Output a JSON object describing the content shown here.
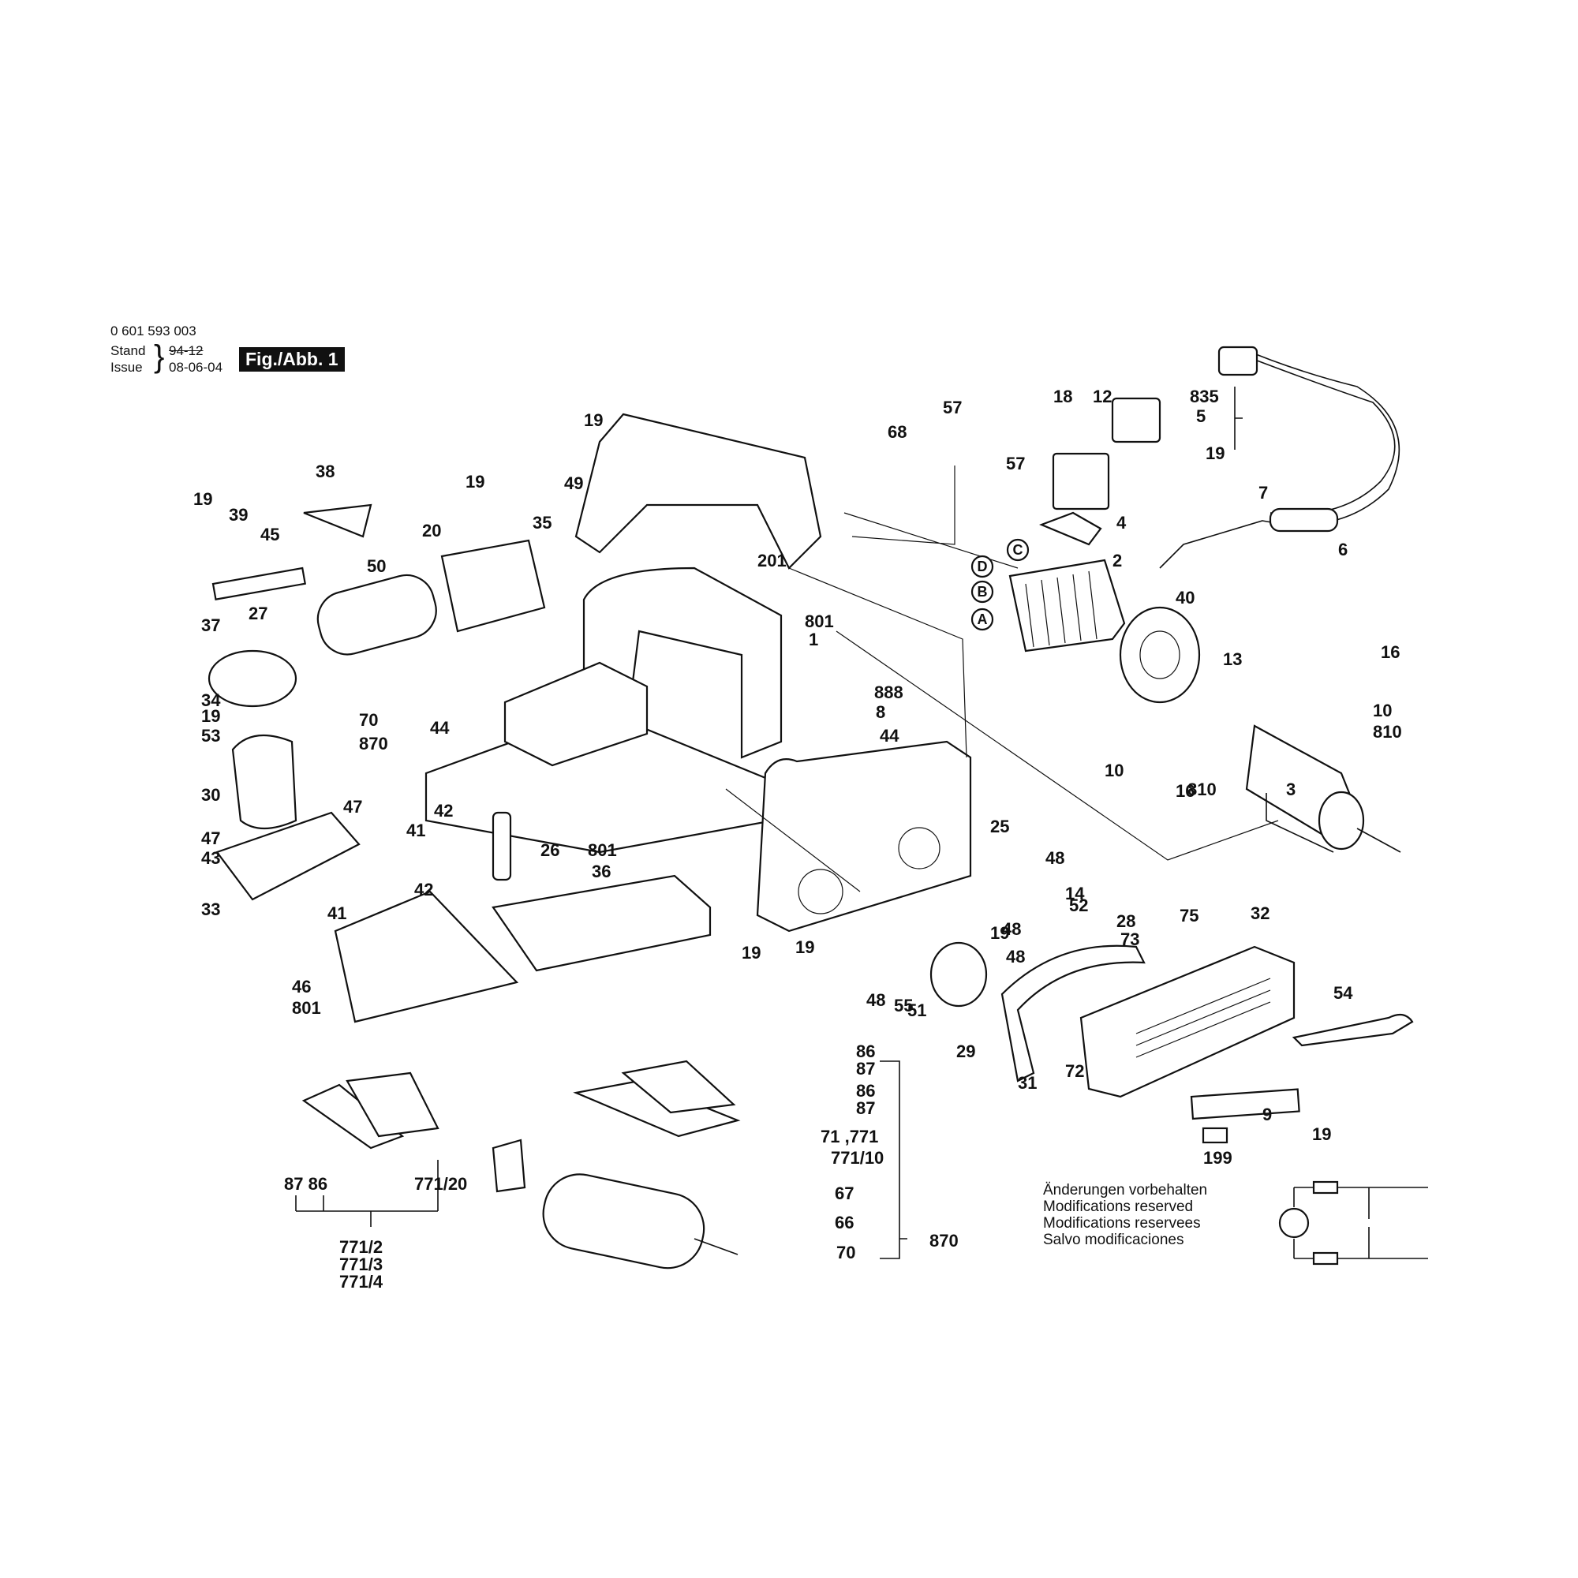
{
  "header": {
    "part_number": "0 601 593 003",
    "stand_label": "Stand",
    "stand_value": "94-12",
    "issue_label": "Issue",
    "issue_value": "08-06-04",
    "figure_label": "Fig./Abb. 1"
  },
  "notes": [
    "Änderungen vorbehalten",
    "Modifications reserved",
    "Modifications reservees",
    "Salvo modificaciones"
  ],
  "circle_markers": [
    "A",
    "B",
    "C",
    "D"
  ],
  "labels": [
    "19",
    "39",
    "45",
    "38",
    "50",
    "37",
    "27",
    "34",
    "19",
    "53",
    "30",
    "47",
    "47",
    "43",
    "33",
    "20",
    "19",
    "35",
    "70",
    "870",
    "44",
    "42",
    "41",
    "42",
    "41",
    "26",
    "46",
    "801",
    "19",
    "49",
    "201",
    "801",
    "1",
    "888",
    "8",
    "44",
    "801",
    "36",
    "19",
    "57",
    "68",
    "57",
    "18",
    "12",
    "835",
    "5",
    "19",
    "7",
    "4",
    "6",
    "2",
    "40",
    "13",
    "16",
    "10",
    "810",
    "10",
    "810",
    "16",
    "3",
    "25",
    "48",
    "14",
    "52",
    "28",
    "48",
    "19",
    "48",
    "73",
    "19",
    "48",
    "55",
    "51",
    "29",
    "31",
    "72",
    "75",
    "32",
    "54",
    "9",
    "19",
    "199",
    "86",
    "87",
    "86",
    "87",
    "71 ,771",
    "771/10",
    "67",
    "66",
    "70",
    "870",
    "87 86",
    "771/20",
    "771/2",
    "771/3",
    "771/4"
  ]
}
